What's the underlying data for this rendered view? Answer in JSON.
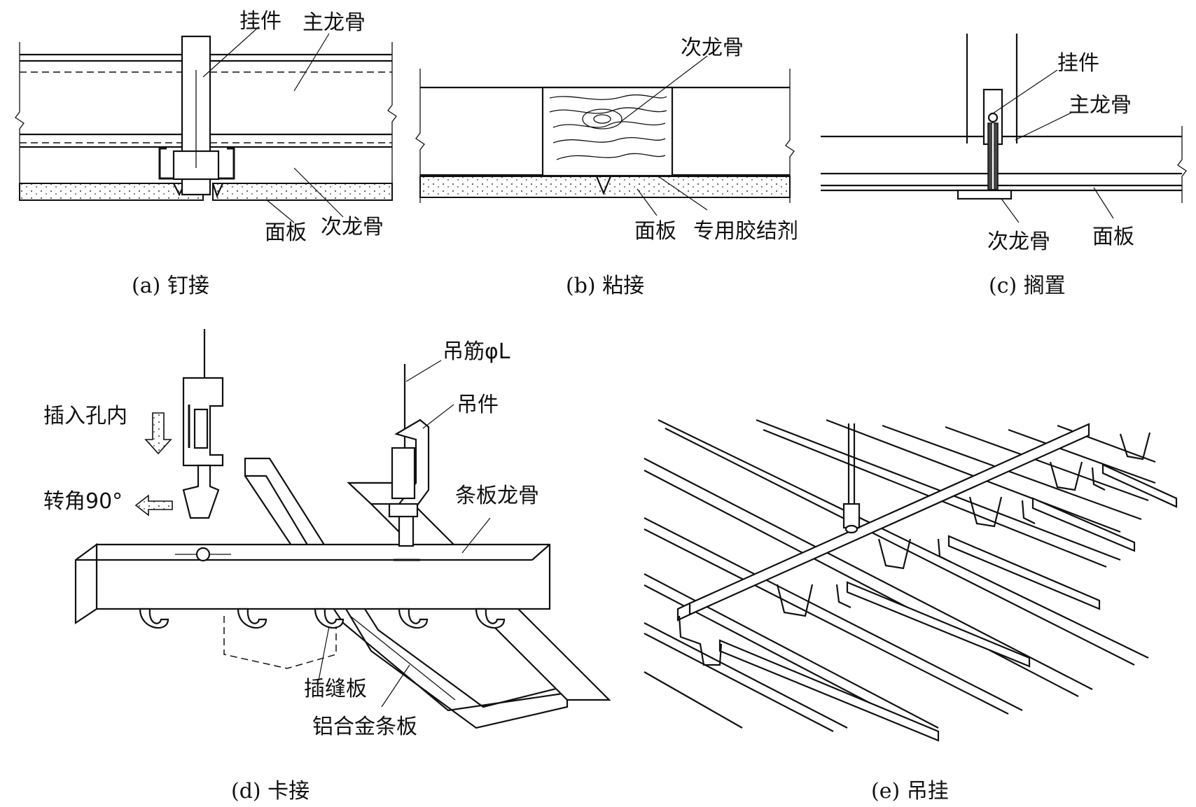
{
  "panels": {
    "a": {
      "caption": "(a) 钉接",
      "labels": {
        "hanger": "挂件",
        "main_keel": "主龙骨",
        "panel": "面板",
        "sub_keel": "次龙骨"
      }
    },
    "b": {
      "caption": "(b) 粘接",
      "labels": {
        "sub_keel": "次龙骨",
        "panel": "面板",
        "adhesive": "专用胶结剂"
      }
    },
    "c": {
      "caption": "(c) 搁置",
      "labels": {
        "hanger": "挂件",
        "main_keel": "主龙骨",
        "sub_keel": "次龙骨",
        "panel": "面板"
      }
    },
    "d": {
      "caption": "(d) 卡接",
      "labels": {
        "insert": "插入孔内",
        "rotate": "转角90°",
        "rod": "吊筋φL",
        "hanger": "吊件",
        "strip_keel": "条板龙骨",
        "seam_board": "插缝板",
        "alu_strip": "铝合金条板"
      }
    },
    "e": {
      "caption": "(e) 吊挂"
    }
  }
}
